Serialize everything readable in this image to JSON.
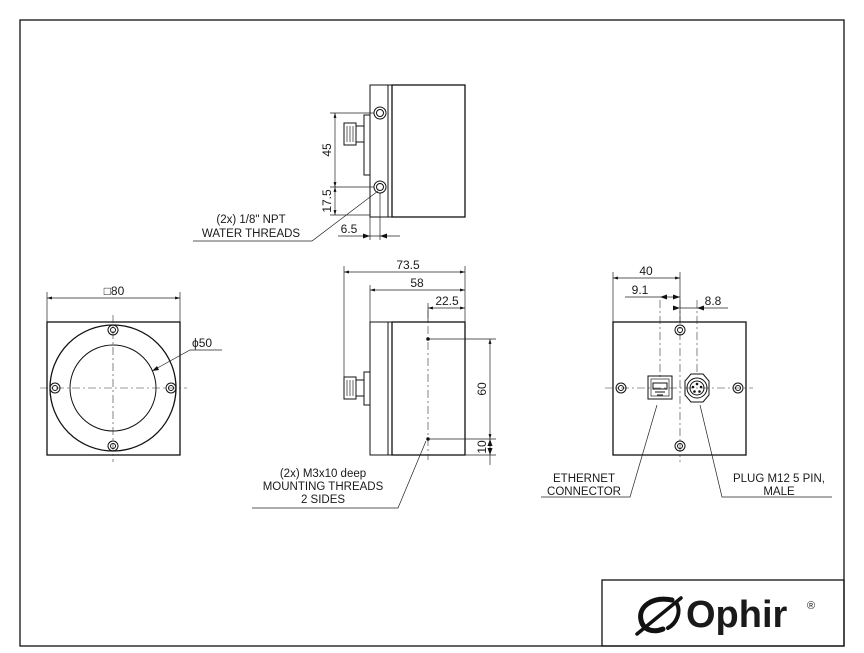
{
  "views": {
    "top": {
      "dim_45": "45",
      "dim_17_5": "17.5",
      "dim_6_5": "6.5",
      "note_line1": "(2x) 1/8\" NPT",
      "note_line2": "WATER THREADS"
    },
    "front": {
      "dim_square": "□80",
      "dim_diameter": "ϕ50"
    },
    "side": {
      "dim_73_5": "73.5",
      "dim_58": "58",
      "dim_22_5": "22.5",
      "dim_60": "60",
      "dim_10": "10",
      "note_line1": "(2x) M3x10 deep",
      "note_line2": "MOUNTING THREADS",
      "note_line3": "2 SIDES"
    },
    "rear": {
      "dim_40": "40",
      "dim_9_1": "9.1",
      "dim_8_8": "8.8",
      "ethernet_line1": "ETHERNET",
      "ethernet_line2": "CONNECTOR",
      "plug_line1": "PLUG M12 5 PIN,",
      "plug_line2": "MALE"
    }
  },
  "title_block": {
    "brand": "Ophir",
    "registered_mark": "®",
    "logo_icon": "ophir-swoosh-icon"
  }
}
